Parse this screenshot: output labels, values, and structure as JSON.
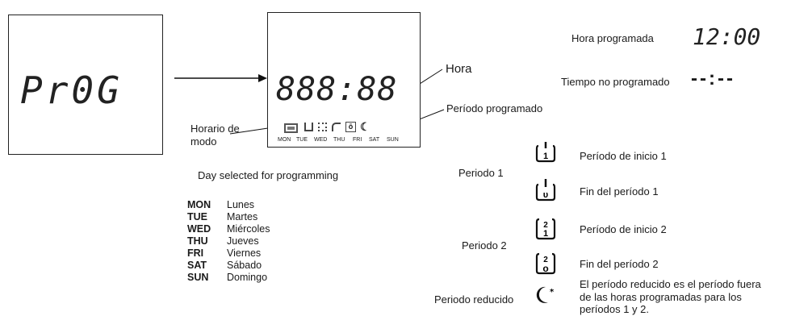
{
  "displays": {
    "prog_text": "Pr0G",
    "digits": "888:88",
    "day_labels": [
      "MON",
      "TUE",
      "WED",
      "THU",
      "FRI",
      "SAT",
      "SUN"
    ]
  },
  "callouts": {
    "hora": "Hora",
    "periodo_programado": "Período programado",
    "horario_line1": "Horario de",
    "horario_line2": "modo",
    "day_selected": "Day selected for programming"
  },
  "days": [
    {
      "code": "MON",
      "name": "Lunes"
    },
    {
      "code": "TUE",
      "name": "Martes"
    },
    {
      "code": "WED",
      "name": "Miércoles"
    },
    {
      "code": "THU",
      "name": "Jueves"
    },
    {
      "code": "FRI",
      "name": "Viernes"
    },
    {
      "code": "SAT",
      "name": "Sábado"
    },
    {
      "code": "SUN",
      "name": "Domingo"
    }
  ],
  "time_legend": {
    "hora_programada": "Hora programada",
    "hora_programada_display": "12:00",
    "no_programado": "Tiempo no programado",
    "no_programado_display": "--:--"
  },
  "periods": {
    "periodo1": "Periodo 1",
    "periodo2": "Periodo 2",
    "reducido": "Periodo reducido",
    "inicio1": "Período de inicio 1",
    "fin1": "Fin del período 1",
    "inicio2": "Período de inicio 2",
    "fin2": "Fin del período 2",
    "reducido_desc_1": "El período reducido es el período fuera",
    "reducido_desc_2": "de las horas programadas para los",
    "reducido_desc_3": "períodos 1 y 2."
  }
}
